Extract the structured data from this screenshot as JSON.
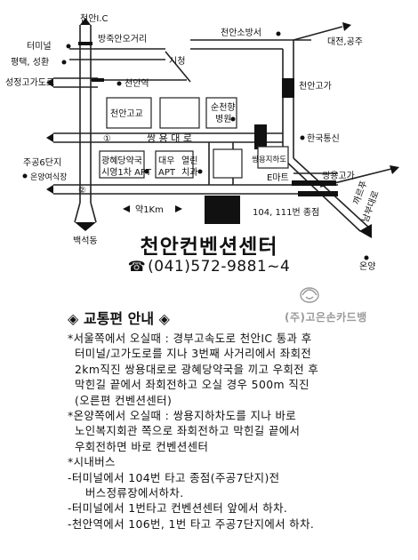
{
  "map": {
    "labels": {
      "cheonan_ic": "천안I.C",
      "terminal": "터미널",
      "bangjugan_ogeori": "방죽안오거리",
      "pyeongtaek_seonghwan": "평택, 성환",
      "sicheong": "시청",
      "seongjeong_overpass": "성정고가도로",
      "cheonan_station": "천안역",
      "cheonan_fire": "천안소방서",
      "daejeon_gongju": "대전,공주",
      "cheonan_overpass": "천안고가",
      "cheonan_high": "천안고교",
      "soonchunhyang": "순천향\n병원",
      "korea_telecom": "한국통신",
      "road_1": "①",
      "road_2": "②",
      "ssangyong_road": "쌍   용   대   로",
      "jugong6": "주공6단지",
      "onyang_school": "온양여식장",
      "gwanghye_apt": "광혜당약국\n시영1차 APT",
      "daewoo_apt": "대우\nAPT",
      "yeollin_dental": "열린\n치과",
      "ssangyong_underpass": "쌍용지하도",
      "emart": "E마트",
      "ssangyong_overpass": "쌍용고가",
      "namburu_daero": "남부대로",
      "gakkaun_route": "까르푸",
      "scale": "약1Km",
      "bus_stop": "104, 111번 종점",
      "baekseokdong": "백석동",
      "onyang": "온양"
    }
  },
  "header": {
    "title": "천안컨벤션센터",
    "phone_icon": "☎",
    "phone": "(041)572-9881~4",
    "company": "(주)고은손카드뱅"
  },
  "directions": {
    "section_title": "◈ 교통편 안내 ◈",
    "lines": [
      "*서울쪽에서 오실때 : 경부고속도로 천안IC 통과 후",
      "터미널/고가도로를 지나 3번째 사거리에서 좌회전",
      "2km직진 쌍용대로로 광혜당약국을 끼고 우회전 후",
      "막힌길 끝에서 좌회전하고 오실 경우 500m 직진",
      "(오른편 컨벤션센터)",
      "*온양쪽에서 오실때 : 쌍용지하차도를 지나 바로",
      "노인복지회관 쪽으로 좌회전하고 막힌길 끝에서",
      "우회전하면 바로 컨벤션센터",
      "*시내버스",
      "-터미널에서 104번 타고 종점(주공7단지)전",
      "버스정류장에서하차.",
      "-터미널에서 1번타고 컨벤션센터 앞에서 하차.",
      "-천안역에서 106번, 1번 타고 주공7단지에서 하차."
    ]
  }
}
